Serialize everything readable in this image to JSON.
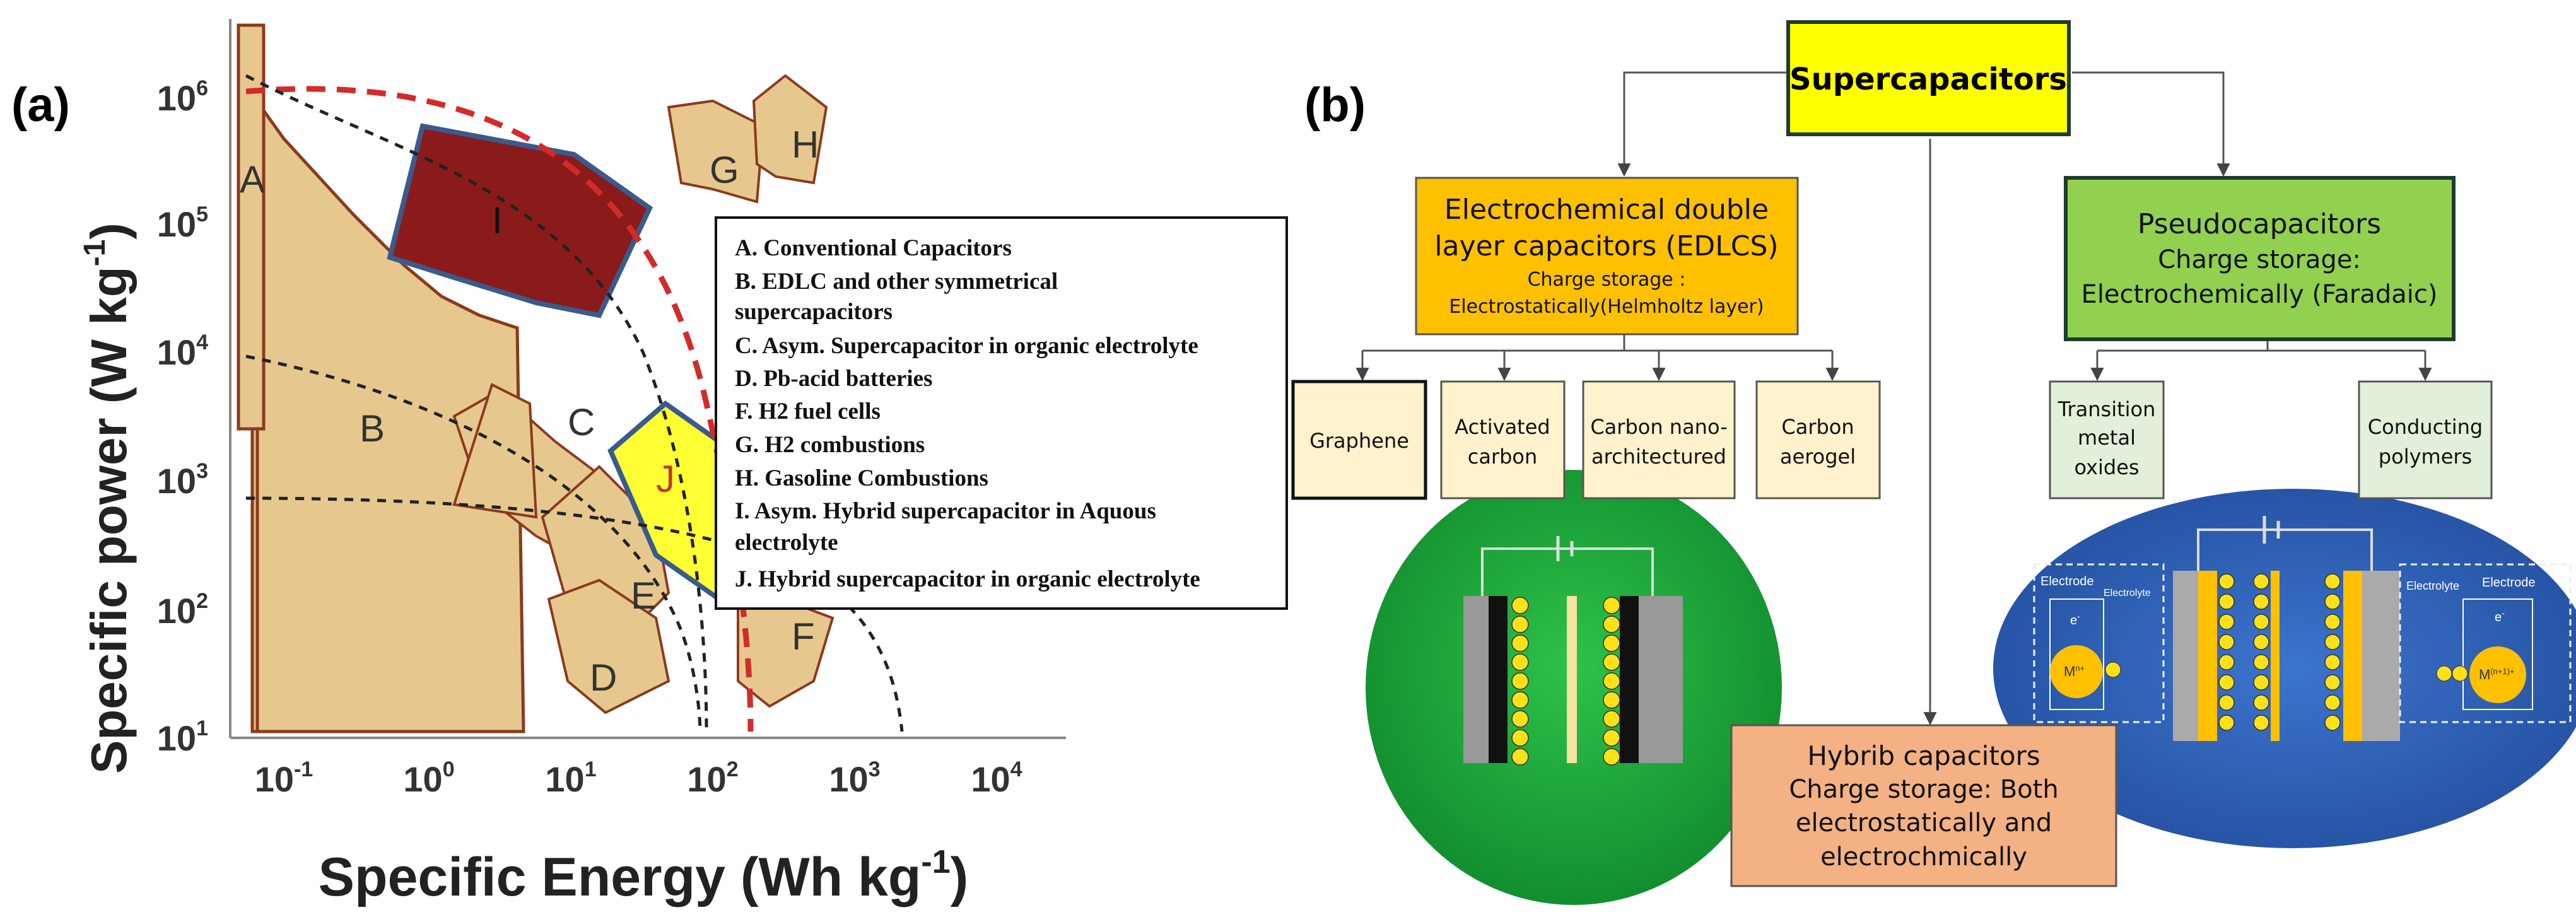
{
  "panel_a": {
    "label": "(a)",
    "ylabel": "Specific power (W kg",
    "ylabel_sup": "-1",
    "ylabel_end": ")",
    "xlabel": "Specific Energy (Wh kg",
    "xlabel_sup": "-1",
    "xlabel_end": ")",
    "y_ticks": [
      {
        "base": "10",
        "exp": "1"
      },
      {
        "base": "10",
        "exp": "2"
      },
      {
        "base": "10",
        "exp": "3"
      },
      {
        "base": "10",
        "exp": "4"
      },
      {
        "base": "10",
        "exp": "5"
      },
      {
        "base": "10",
        "exp": "6"
      }
    ],
    "x_ticks": [
      {
        "base": "10",
        "exp": "-1"
      },
      {
        "base": "10",
        "exp": "0"
      },
      {
        "base": "10",
        "exp": "1"
      },
      {
        "base": "10",
        "exp": "2"
      },
      {
        "base": "10",
        "exp": "3"
      },
      {
        "base": "10",
        "exp": "4"
      }
    ],
    "region_labels": {
      "A": "A",
      "B": "B",
      "C": "C",
      "D": "D",
      "E": "E",
      "F": "F",
      "G": "G",
      "H": "H",
      "I": "I",
      "J": "J"
    },
    "legend": [
      "A.   Conventional Capacitors",
      "B.   EDLC and other symmetrical",
      "supercapacitors",
      "C.   Asym. Supercapacitor in organic electrolyte",
      "D.   Pb-acid batteries",
      "F.     H2 fuel cells",
      "G.   H2 combustions",
      "H.   Gasoline Combustions",
      "I.     Asym. Hybrid supercapacitor in Aquous",
      "electrolyte",
      "J.    Hybrid supercapacitor in organic electrolyte"
    ],
    "colors": {
      "fill": "#e6c88f",
      "edge": "#8b3a1e",
      "dark_red": "#8b1a1a",
      "yellow": "#ffff33",
      "dashed_red": "#d42a2a",
      "frame": "#3b5a8c"
    }
  },
  "panel_b": {
    "label": "(b)",
    "root": "Supercapacitors",
    "edlc": {
      "line1": "Electrochemical double",
      "line2": "layer capacitors (EDLCS)",
      "line3": "Charge storage :",
      "line4": "Electrostatically(Helmholtz layer)"
    },
    "pseudo": {
      "line1": "Pseudocapacitors",
      "line2": "Charge storage:",
      "line3": "Electrochemically (Faradaic)"
    },
    "hybrid": {
      "line1": "Hybrib capacitors",
      "line2": "Charge storage: Both",
      "line3": "electrostatically and",
      "line4": "electrochmically"
    },
    "edlc_children": [
      {
        "line1": "Graphene",
        "line2": "",
        "line3": ""
      },
      {
        "line1": "Activated",
        "line2": "carbon",
        "line3": ""
      },
      {
        "line1": "Carbon nano-",
        "line2": "architectured",
        "line3": ""
      },
      {
        "line1": "Carbon",
        "line2": "aerogel",
        "line3": ""
      }
    ],
    "pseudo_children": [
      {
        "line1": "Transition",
        "line2": "metal",
        "line3": "oxides"
      },
      {
        "line1": "Conducting",
        "line2": "polymers",
        "line3": ""
      }
    ],
    "blue_diagram": {
      "electrode_left": "Electrode",
      "electrolyte_left": "Electrolyte",
      "electrolyte_right": "Electrolyte",
      "electrode_right": "Electrode",
      "ion_left": "M",
      "ion_left_sup": "n+",
      "ion_right": "M",
      "ion_right_sup": "(n+1)+",
      "electron": "e",
      "electron_sup": "-"
    },
    "colors": {
      "root": "#ffff00",
      "edlc": "#ffc000",
      "pseudo": "#92d050",
      "hybrid": "#f4b183",
      "leaf": "#fff2cc",
      "leaf_green": "#e2efda",
      "green_circle": "#1faa3a",
      "blue_oval": "#2f5fb3"
    }
  }
}
